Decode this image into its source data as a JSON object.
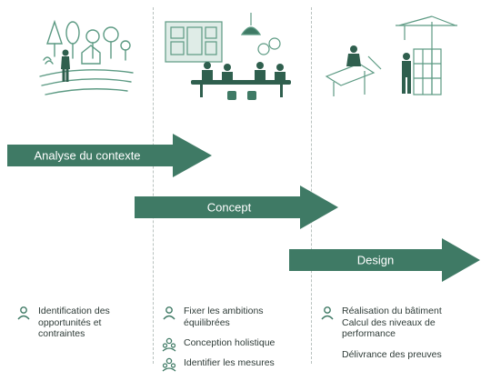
{
  "colors": {
    "arrow": "#3f7a65",
    "ink": "#5c9a83",
    "ink_dark": "#2f5f4e",
    "text": "#2e3b37",
    "divider": "#b9c2bf"
  },
  "stages": [
    {
      "label": "Analyse du contexte",
      "illustration": "landscape-person-icon"
    },
    {
      "label": "Concept",
      "illustration": "meeting-room-icon"
    },
    {
      "label": "Design",
      "illustration": "construction-site-icon"
    }
  ],
  "tasks": {
    "col1": [
      {
        "icon": "user-icon",
        "lines": [
          "Identification des",
          "opportunités et",
          "contraintes"
        ]
      }
    ],
    "col2": [
      {
        "icon": "user-icon",
        "lines": [
          "Fixer les ambitions",
          "équilibrées"
        ]
      },
      {
        "icon": "team-icon",
        "lines": [
          "Conception holistique"
        ]
      },
      {
        "icon": "team-icon",
        "lines": [
          "Identifier les mesures"
        ]
      }
    ],
    "col3": [
      {
        "icon": "user-icon",
        "lines": [
          "Réalisation du bâtiment",
          "Calcul des niveaux de",
          "performance"
        ]
      },
      {
        "icon": "none",
        "lines": [
          "Délivrance des preuves"
        ]
      }
    ]
  }
}
